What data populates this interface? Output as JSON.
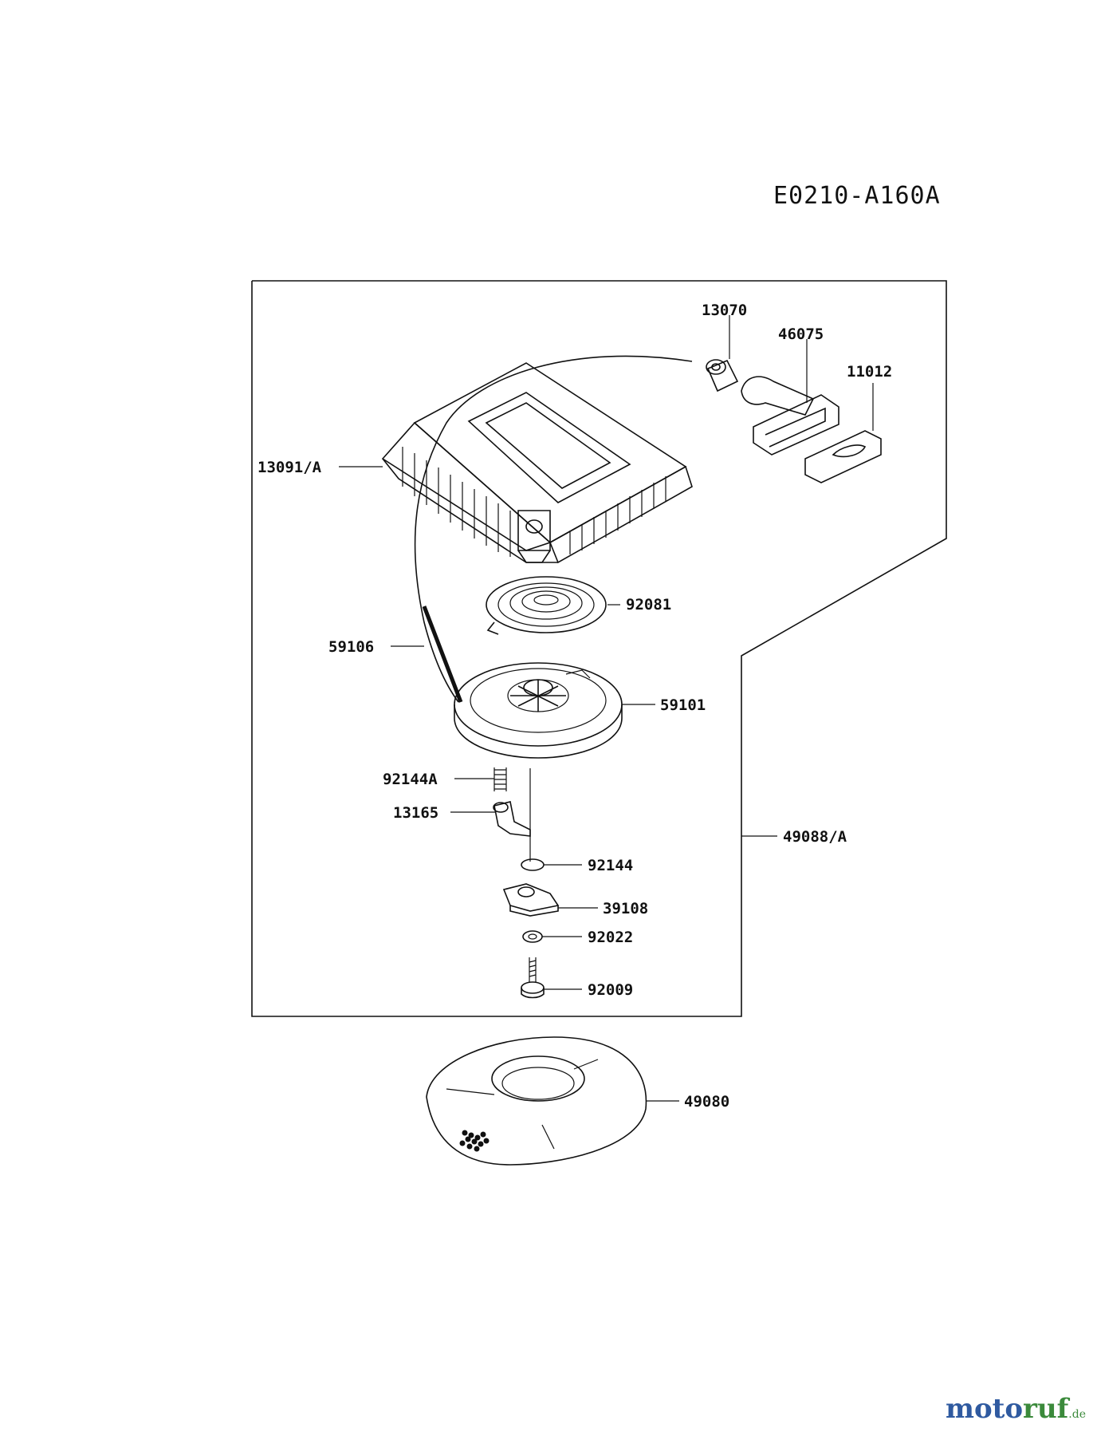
{
  "diagram_code": "E0210-A160A",
  "part_labels": [
    "13070",
    "46075",
    "11012",
    "13091/A",
    "92081",
    "59106",
    "59101",
    "92144A",
    "13165",
    "49088/A",
    "92144",
    "39108",
    "92022",
    "92009",
    "49080"
  ],
  "watermark": {
    "part1": "moto",
    "part2": "ruf",
    "suffix": ".de"
  },
  "colors": {
    "line": "#111111",
    "watermark_blue": "#2f5aa0",
    "watermark_green": "#3b8a3b"
  }
}
